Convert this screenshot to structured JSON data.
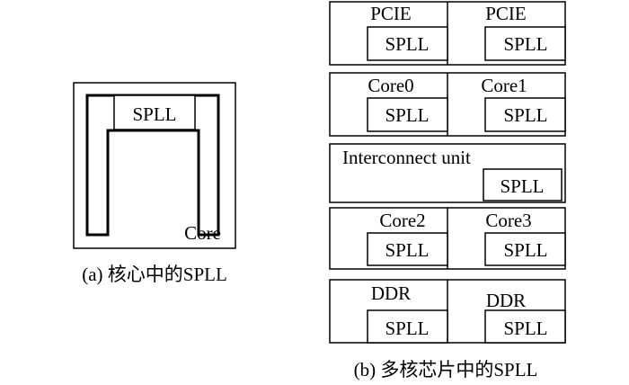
{
  "panel_a": {
    "caption": "(a) 核心中的SPLL",
    "spll_label": "SPLL",
    "core_label": "Core"
  },
  "panel_b": {
    "caption": "(b) 多核芯片中的SPLL",
    "rows": [
      {
        "cells": [
          {
            "label": "PCIE",
            "spll": "SPLL"
          },
          {
            "label": "PCIE",
            "spll": "SPLL"
          }
        ]
      },
      {
        "cells": [
          {
            "label": "Core0",
            "spll": "SPLL"
          },
          {
            "label": "Core1",
            "spll": "SPLL"
          }
        ]
      },
      {
        "cells": [
          {
            "label": "Interconnect unit",
            "spll": "SPLL"
          }
        ]
      },
      {
        "cells": [
          {
            "label": "Core2",
            "spll": "SPLL"
          },
          {
            "label": "Core3",
            "spll": "SPLL"
          }
        ]
      },
      {
        "cells": [
          {
            "label": "DDR",
            "spll": "SPLL"
          },
          {
            "label": "DDR",
            "spll": "SPLL"
          }
        ]
      }
    ]
  }
}
